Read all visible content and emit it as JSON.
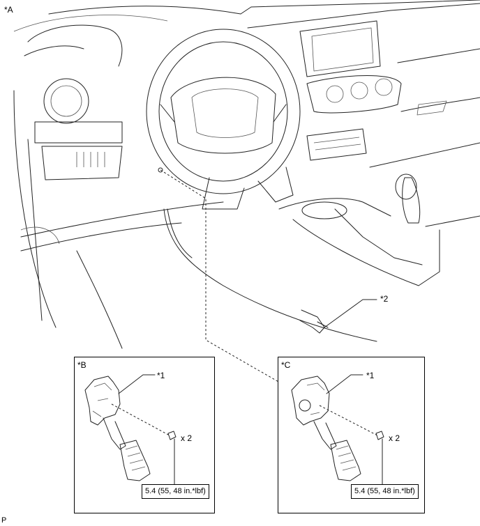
{
  "view_label": "*A",
  "part_callout_2": "*2",
  "inset_b": {
    "label": "*B",
    "part_callout": "*1",
    "qty": "x 2",
    "torque": "5.4 (55, 48 in.*lbf)"
  },
  "inset_c": {
    "label": "*C",
    "part_callout": "*1",
    "qty": "x 2",
    "torque": "5.4 (55, 48 in.*lbf)"
  },
  "footer_code": "P"
}
